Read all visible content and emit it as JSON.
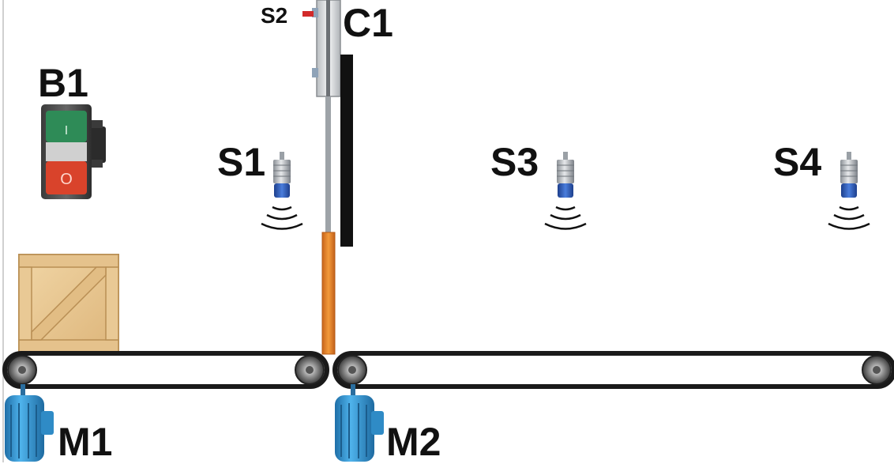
{
  "labels": {
    "b1": "B1",
    "s1": "S1",
    "s2": "S2",
    "s3": "S3",
    "s4": "S4",
    "c1": "C1",
    "m1": "M1",
    "m2": "M2"
  },
  "push_button": {
    "start_symbol": "I",
    "stop_symbol": "O",
    "start_color": "#2e8b57",
    "stop_color": "#d9432b"
  },
  "colors": {
    "belt": "#1a1a1a",
    "motor": "#2a9ad6",
    "sensor_head": "#2f5fbf",
    "piston_rod": "#e67e17",
    "crate": "#e8c48a",
    "stopper": "#111111",
    "limit_switch": "#d22a2a"
  },
  "icons": [
    "push-button-icon",
    "inductive-sensor-icon",
    "motor-icon",
    "crate-icon",
    "cylinder-icon"
  ]
}
